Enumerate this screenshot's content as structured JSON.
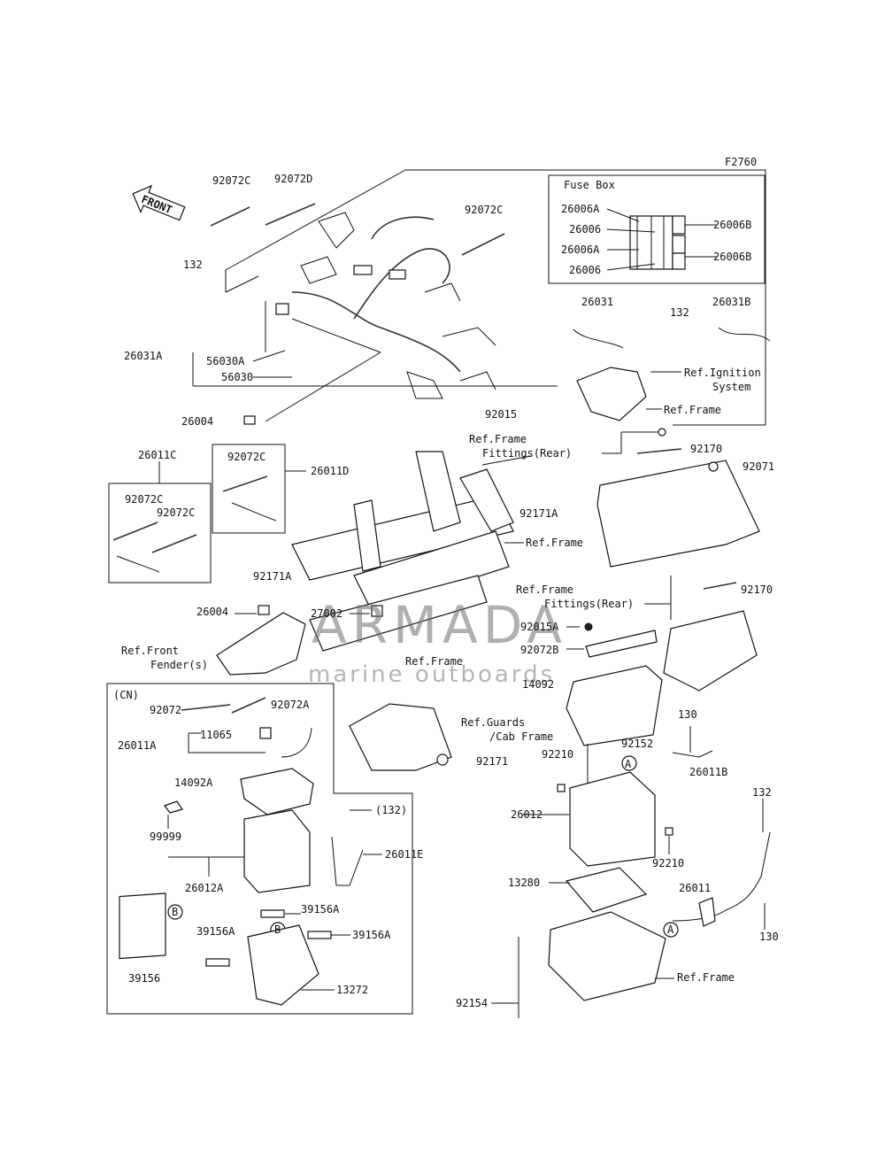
{
  "diagram_code": "F2760",
  "front_arrow": "FRONT",
  "fuse_box": {
    "title": "Fuse Box",
    "labels": [
      "26006A",
      "26006",
      "26006A",
      "26006",
      "26006B",
      "26006B"
    ]
  },
  "watermark": {
    "brand": "ARMADA",
    "tagline": "marine outboards"
  },
  "parts": {
    "p92072c_a": "92072C",
    "p92072d": "92072D",
    "p92072c_b": "92072C",
    "p132_a": "132",
    "p26031a": "26031A",
    "p56030a": "56030A",
    "p56030": "56030",
    "p26004_a": "26004",
    "p26031": "26031",
    "p132_b": "132",
    "p26031b": "26031B",
    "p92015": "92015",
    "p26011c": "26011C",
    "p92072c_c": "92072C",
    "p92072c_d": "92072C",
    "p92072c_e": "92072C",
    "p26011d": "26011D",
    "p92171a_a": "92171A",
    "p92171a_b": "92171A",
    "p92170_a": "92170",
    "p92071": "92071",
    "p92170_b": "92170",
    "p26004_b": "26004",
    "p27002": "27002",
    "p92015a": "92015A",
    "p92072b": "92072B",
    "p14092": "14092",
    "p92171": "92171",
    "p92152": "92152",
    "p130_a": "130",
    "p92210_a": "92210",
    "p26011b": "26011B",
    "p26012": "26012",
    "p92210_b": "92210",
    "p132_c": "132",
    "p13280": "13280",
    "p26011": "26011",
    "p130_b": "130",
    "p92154": "92154",
    "cn": "(CN)",
    "p92072": "92072",
    "p92072a": "92072A",
    "p26011a": "26011A",
    "p11065": "11065",
    "p14092a": "14092A",
    "p132_paren": "(132)",
    "p99999": "99999",
    "p26011e": "26011E",
    "p26012a": "26012A",
    "p39156a_a": "39156A",
    "p39156a_b": "39156A",
    "p39156a_c": "39156A",
    "p39156": "39156",
    "p13272": "13272",
    "callout_a": "A",
    "callout_b": "B"
  },
  "references": {
    "ignition_1": "Ref.Ignition",
    "ignition_2": "System",
    "frame_a": "Ref.Frame",
    "fittings_rear_a1": "Ref.Frame",
    "fittings_rear_a2": "Fittings(Rear)",
    "frame_b": "Ref.Frame",
    "fittings_rear_b1": "Ref.Frame",
    "fittings_rear_b2": "Fittings(Rear)",
    "front_fender_1": "Ref.Front",
    "front_fender_2": "Fender(s)",
    "frame_c": "Ref.Frame",
    "guards_1": "Ref.Guards",
    "guards_2": "/Cab Frame",
    "frame_d": "Ref.Frame"
  }
}
